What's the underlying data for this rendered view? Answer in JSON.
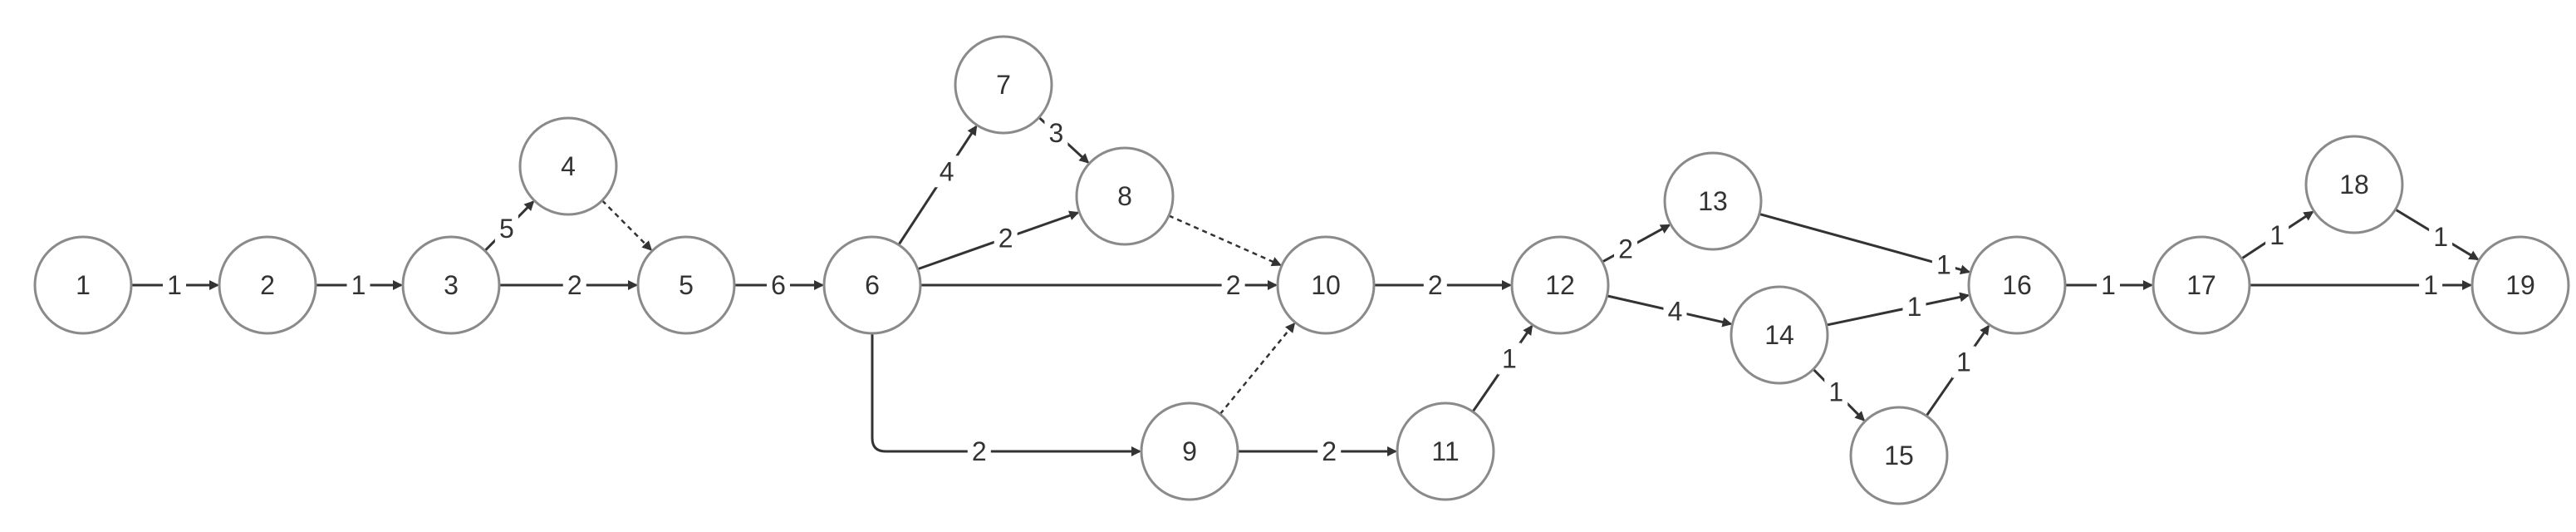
{
  "diagram": {
    "type": "network",
    "colors": {
      "node_border": "#8a8a8a",
      "edge": "#333333",
      "text": "#333333",
      "background": "#ffffff"
    },
    "nodes": [
      {
        "id": "1",
        "label": "1"
      },
      {
        "id": "2",
        "label": "2"
      },
      {
        "id": "3",
        "label": "3"
      },
      {
        "id": "4",
        "label": "4"
      },
      {
        "id": "5",
        "label": "5"
      },
      {
        "id": "6",
        "label": "6"
      },
      {
        "id": "7",
        "label": "7"
      },
      {
        "id": "8",
        "label": "8"
      },
      {
        "id": "9",
        "label": "9"
      },
      {
        "id": "10",
        "label": "10"
      },
      {
        "id": "11",
        "label": "11"
      },
      {
        "id": "12",
        "label": "12"
      },
      {
        "id": "13",
        "label": "13"
      },
      {
        "id": "14",
        "label": "14"
      },
      {
        "id": "15",
        "label": "15"
      },
      {
        "id": "16",
        "label": "16"
      },
      {
        "id": "17",
        "label": "17"
      },
      {
        "id": "18",
        "label": "18"
      },
      {
        "id": "19",
        "label": "19"
      }
    ],
    "edges": [
      {
        "from": "1",
        "to": "2",
        "label": "1",
        "dashed": false
      },
      {
        "from": "2",
        "to": "3",
        "label": "1",
        "dashed": false
      },
      {
        "from": "3",
        "to": "4",
        "label": "5",
        "dashed": false
      },
      {
        "from": "3",
        "to": "5",
        "label": "2",
        "dashed": false
      },
      {
        "from": "4",
        "to": "5",
        "label": "",
        "dashed": true
      },
      {
        "from": "5",
        "to": "6",
        "label": "6",
        "dashed": false
      },
      {
        "from": "6",
        "to": "7",
        "label": "4",
        "dashed": false
      },
      {
        "from": "6",
        "to": "8",
        "label": "2",
        "dashed": false
      },
      {
        "from": "6",
        "to": "10",
        "label": "2",
        "dashed": false
      },
      {
        "from": "6",
        "to": "9",
        "label": "2",
        "dashed": false
      },
      {
        "from": "7",
        "to": "8",
        "label": "3",
        "dashed": false
      },
      {
        "from": "8",
        "to": "10",
        "label": "",
        "dashed": true
      },
      {
        "from": "9",
        "to": "10",
        "label": "",
        "dashed": true
      },
      {
        "from": "9",
        "to": "11",
        "label": "2",
        "dashed": false
      },
      {
        "from": "10",
        "to": "12",
        "label": "2",
        "dashed": false
      },
      {
        "from": "11",
        "to": "12",
        "label": "1",
        "dashed": false
      },
      {
        "from": "12",
        "to": "13",
        "label": "2",
        "dashed": false
      },
      {
        "from": "12",
        "to": "14",
        "label": "4",
        "dashed": false
      },
      {
        "from": "13",
        "to": "16",
        "label": "1",
        "dashed": false
      },
      {
        "from": "14",
        "to": "16",
        "label": "1",
        "dashed": false
      },
      {
        "from": "14",
        "to": "15",
        "label": "1",
        "dashed": false
      },
      {
        "from": "15",
        "to": "16",
        "label": "1",
        "dashed": false
      },
      {
        "from": "16",
        "to": "17",
        "label": "1",
        "dashed": false
      },
      {
        "from": "17",
        "to": "18",
        "label": "1",
        "dashed": false
      },
      {
        "from": "17",
        "to": "19",
        "label": "1",
        "dashed": false
      },
      {
        "from": "18",
        "to": "19",
        "label": "1",
        "dashed": false
      }
    ]
  }
}
